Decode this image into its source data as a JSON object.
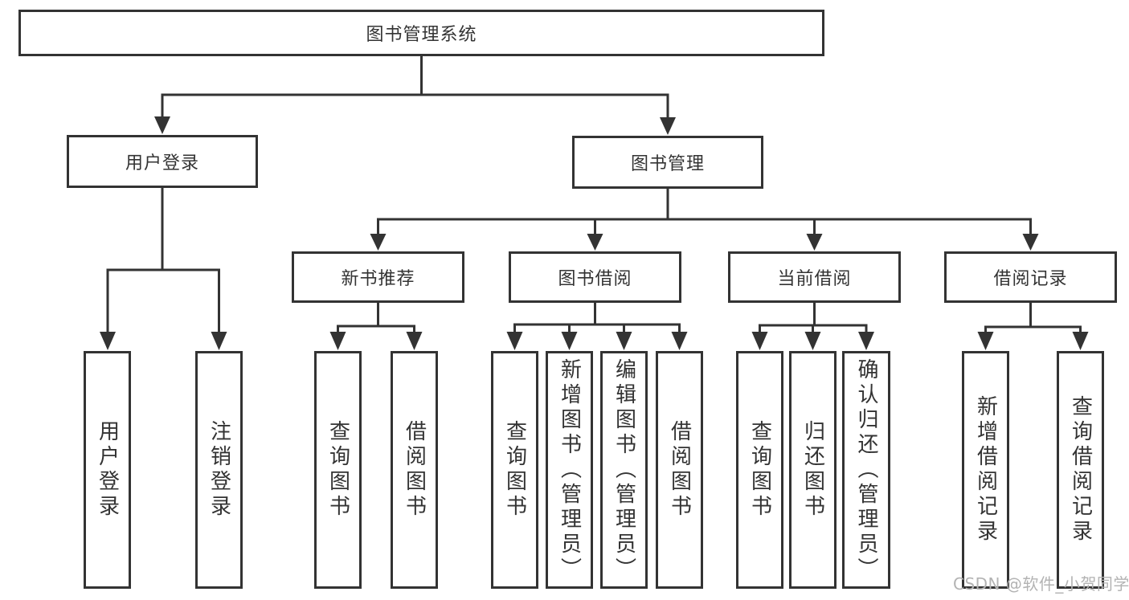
{
  "colors": {
    "background": "#ffffff",
    "line": "#333333",
    "box_border": "#333333",
    "text": "#333333",
    "watermark": "#b3b3b3"
  },
  "tree": {
    "root": {
      "label": "图书管理系统",
      "children": [
        {
          "label": "用户登录",
          "children": [
            {
              "label": "用户登录"
            },
            {
              "label": "注销登录"
            }
          ]
        },
        {
          "label": "图书管理",
          "children": [
            {
              "label": "新书推荐",
              "children": [
                {
                  "label": "查询图书"
                },
                {
                  "label": "借阅图书"
                }
              ]
            },
            {
              "label": "图书借阅",
              "children": [
                {
                  "label": "查询图书"
                },
                {
                  "label": "新增图书（管理员）"
                },
                {
                  "label": "编辑图书（管理员）"
                },
                {
                  "label": "借阅图书"
                }
              ]
            },
            {
              "label": "当前借阅",
              "children": [
                {
                  "label": "查询图书"
                },
                {
                  "label": "归还图书"
                },
                {
                  "label": "确认归还（管理员）"
                }
              ]
            },
            {
              "label": "借阅记录",
              "children": [
                {
                  "label": "新增借阅记录"
                },
                {
                  "label": "查询借阅记录"
                }
              ]
            }
          ]
        }
      ]
    }
  },
  "watermark": {
    "text": "CSDN @软件_小贺同学"
  }
}
